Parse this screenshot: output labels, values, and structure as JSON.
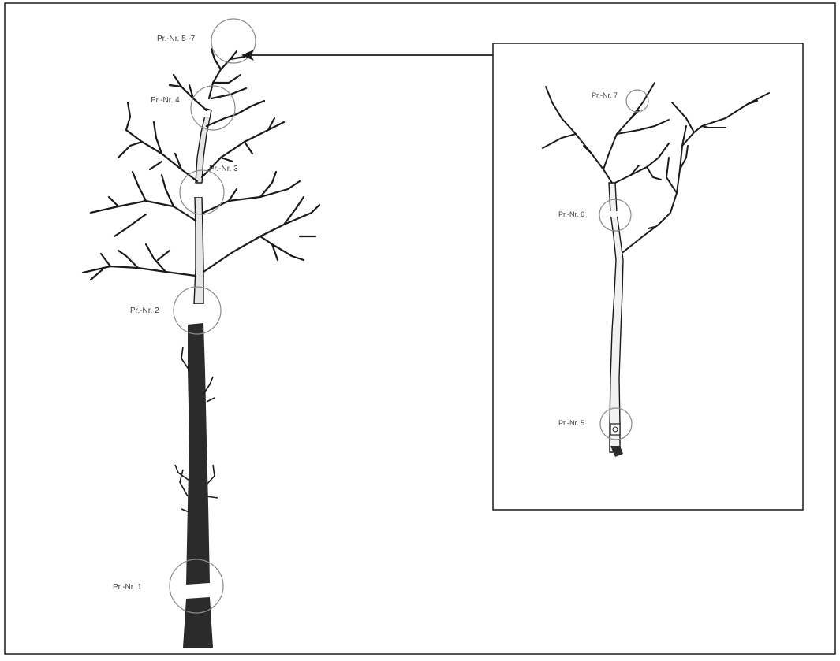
{
  "labels": {
    "s1": "Pr.-Nr. 1",
    "s2": "Pr.-Nr. 2",
    "s3": "Pr.-Nr. 3",
    "s4": "Pr.-Nr. 4",
    "s57": "Pr.-Nr. 5 -7",
    "s5": "Pr.-Nr. 5",
    "s6": "Pr.-Nr. 6",
    "s7": "Pr.-Nr. 7"
  },
  "colors": {
    "line": "#1a1a1a",
    "bark": "#2b2b2b",
    "bark_light": "#d9d9d9",
    "circle": "#8a8a8a",
    "label": "#3a3a3a"
  }
}
